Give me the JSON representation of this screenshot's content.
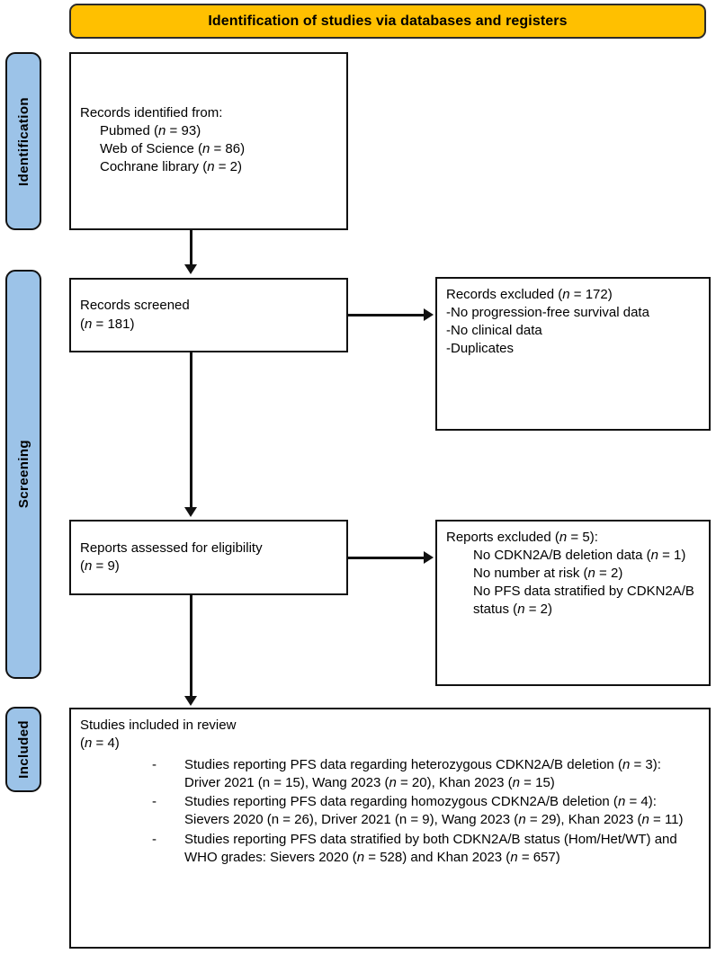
{
  "colors": {
    "banner_fill": "#FFC000",
    "stage_fill": "#9CC3E8",
    "stroke": "#111111",
    "background": "#FFFFFF"
  },
  "banner": {
    "title": "Identification of studies via databases and registers"
  },
  "stages": [
    {
      "id": "identification",
      "label": "Identification"
    },
    {
      "id": "screening",
      "label": "Screening"
    },
    {
      "id": "included",
      "label": "Included"
    }
  ],
  "boxes": {
    "records_identified": {
      "title": "Records identified from:",
      "sources": [
        {
          "name": "Pubmed",
          "n": "93"
        },
        {
          "name": "Web of Science",
          "n": "86"
        },
        {
          "name": "Cochrane library",
          "n": "2"
        }
      ]
    },
    "records_screened": {
      "label": "Records screened",
      "count_line": "(n = 181)",
      "n": "181"
    },
    "records_excluded": {
      "heading": "Records excluded (n = 172)",
      "n": "172",
      "reasons": [
        "-No progression-free survival data",
        "-No clinical data",
        "-Duplicates"
      ]
    },
    "reports_assessed": {
      "label": "Reports assessed for eligibility",
      "count_line": "(n = 9)",
      "n": "9"
    },
    "reports_excluded": {
      "heading": "Reports excluded (n = 5):",
      "n": "5",
      "reasons": [
        "No CDKN2A/B deletion data (n = 1)",
        "No number at risk (n = 2)",
        "No PFS data stratified by CDKN2A/B status (n = 2)"
      ]
    },
    "studies_included": {
      "label": "Studies included in review",
      "count_line": "(n = 4)",
      "n": "4",
      "bullets": [
        "Studies reporting PFS data regarding heterozygous CDKN2A/B deletion (n = 3): Driver 2021 (n = 15), Wang 2023 (n = 20), Khan 2023 (n = 15)",
        "Studies reporting PFS data regarding homozygous CDKN2A/B deletion (n = 4): Sievers 2020 (n = 26), Driver 2021 (n = 9), Wang 2023 (n = 29), Khan 2023 (n = 11)",
        "Studies reporting PFS data stratified by both CDKN2A/B status (Hom/Het/WT) and WHO grades: Sievers 2020 (n = 528) and Khan 2023 (n = 657)"
      ],
      "bullet_marker": "-"
    }
  }
}
